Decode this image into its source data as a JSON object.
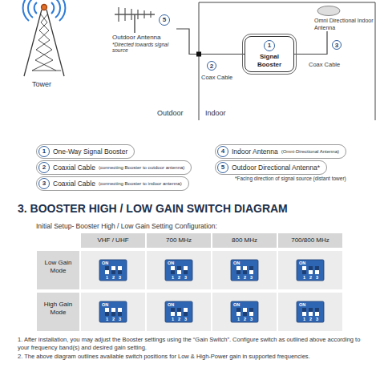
{
  "diagram": {
    "title": "3. BOOSTER HIGH / LOW GAIN SWITCH DIAGRAM",
    "nodes": [
      {
        "text": [
          "5",
          "Outdoor Antenna",
          "*Directed towards signal source"
        ]
      },
      {
        "text": [
          "1",
          "Signal Booster"
        ]
      },
      {
        "text": [
          "Omni Directional Indoor Antenna"
        ]
      },
      {
        "text": [
          "1",
          "One-Way Signal Booster"
        ]
      },
      {
        "text": [
          "2",
          "Coaxial Cable",
          "(connecting Booster to outdoor antenna)"
        ]
      },
      {
        "text": [
          "3",
          "Coaxial Cable",
          "(connecting Booster to indoor antenna)"
        ]
      },
      {
        "text": [
          "4",
          "Indoor Antenna",
          "(Omni-Directional Antenna)"
        ]
      },
      {
        "text": [
          "5",
          "Outdoor Directional Antenna*",
          "*Facing direction of signal source (distant tower)"
        ]
      }
    ],
    "edges": [
      {
        "from": 0,
        "to": 1,
        "arrow": "none",
        "label": "Coax Cable"
      },
      {
        "from": 1,
        "to": 2,
        "arrow": "none",
        "label": "Coax Cable"
      }
    ],
    "labels": [
      "Tower",
      "Outdoor",
      "Indoor",
      "2",
      "3",
      "Initial Setup- Booster High / Low Gain Setting Configuration:",
      "VHF / UHF",
      "700 MHz",
      "800 MHz",
      "700/800 MHz",
      "Low Gain Mode",
      "High Gain Mode",
      "ON",
      "1 2 3",
      "ON",
      "1 2 3",
      "ON",
      "1 2 3",
      "ON",
      "1 2 3",
      "ON",
      "1 2 3",
      "ON",
      "1 2 3",
      "ON",
      "1 2 3",
      "ON",
      "1 2 3",
      "1. After installation, you may adjust the Booster settings using the “Gain Switch”. Configure switch as outlined above according to your frequency band(s) and desired gain setting.",
      "2. The above diagram outlines available switch positions for Low & High-Power gain in supported frequencies."
    ]
  }
}
